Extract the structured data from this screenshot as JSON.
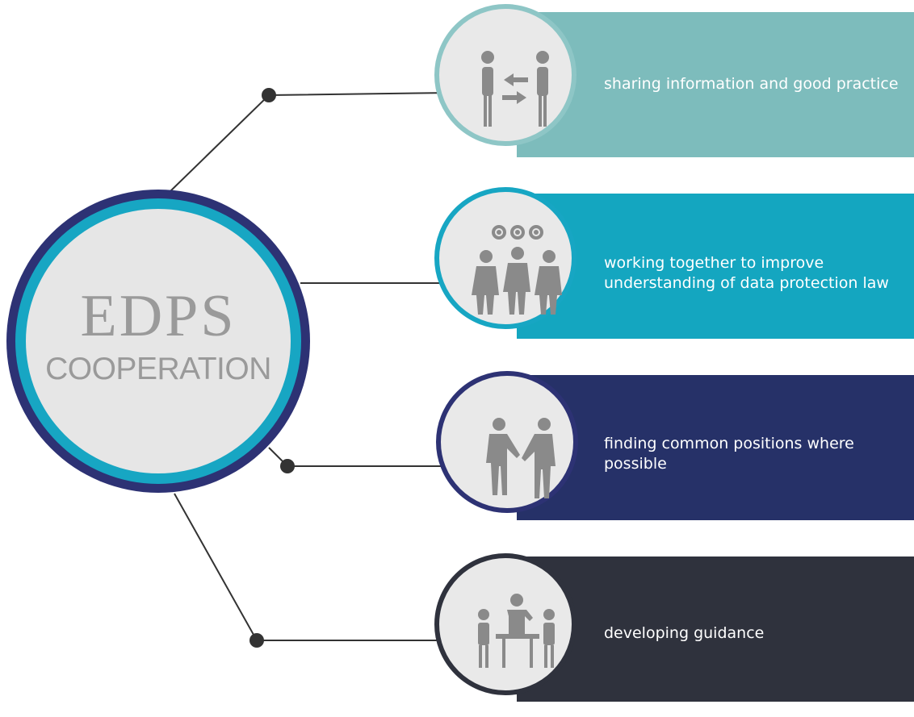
{
  "hub": {
    "title": "EDPS",
    "subtitle": "COOPERATION",
    "colors": {
      "outer_ring": "#2d3274",
      "inner_ring": "#17a6c3",
      "fill": "#e6e6e6",
      "text": "#9a9a9a"
    }
  },
  "items": [
    {
      "label": "sharing information and good practice",
      "icon": "people-exchange-icon",
      "color": "#7dbcbc",
      "ring": "#8ec6c6"
    },
    {
      "label": "working together to improve understanding of data protection law",
      "icon": "team-gears-icon",
      "color": "#14a6c0",
      "ring": "#17a6c3"
    },
    {
      "label": "finding common positions where possible",
      "icon": "handshake-icon",
      "color": "#263168",
      "ring": "#2d3274"
    },
    {
      "label": "developing guidance",
      "icon": "meeting-table-icon",
      "color": "#2f323d",
      "ring": "#2f323d"
    }
  ],
  "connector_color": "#333333"
}
